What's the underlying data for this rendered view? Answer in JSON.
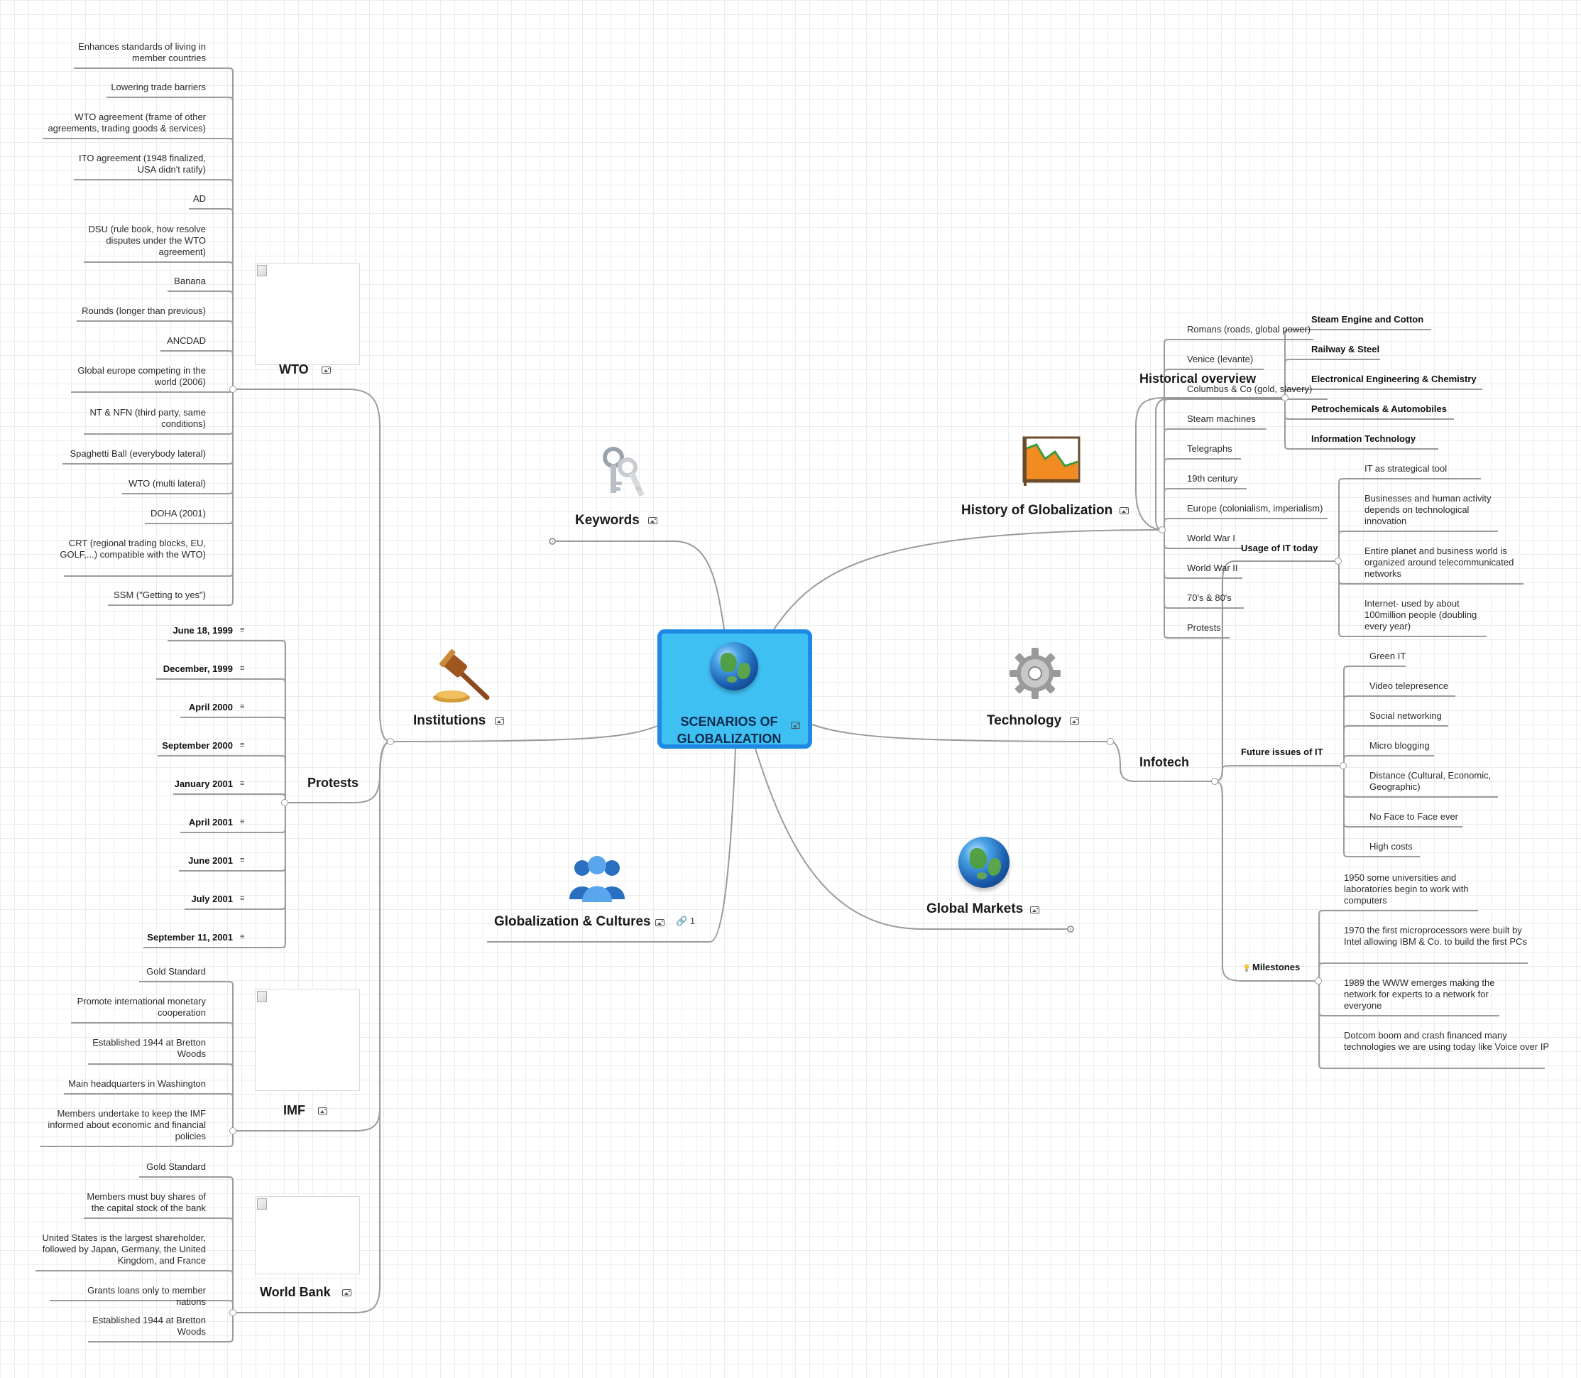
{
  "central": {
    "title": "SCENARIOS OF GLOBALIZATION"
  },
  "branches": {
    "keywords": {
      "title": "Keywords"
    },
    "institutions": {
      "title": "Institutions"
    },
    "cultures": {
      "title": "Globalization & Cultures",
      "link_count": "1"
    },
    "history": {
      "title": "History of Globalization"
    },
    "technology": {
      "title": "Technology"
    },
    "markets": {
      "title": "Global Markets"
    }
  },
  "wto": {
    "title": "WTO",
    "items": [
      "Enhances standards of living in member countries",
      "Lowering trade barriers",
      "WTO agreement (frame of other agreements, trading goods & services)",
      "ITO agreement (1948 finalized, USA didn't ratify)",
      "AD",
      "DSU (rule book, how resolve disputes under the WTO agreement)",
      "Banana",
      "Rounds (longer than previous)",
      "ANCDAD",
      "Global europe competing in the world (2006)",
      "NT & NFN (third party, same conditions)",
      "Spaghetti Ball (everybody lateral)",
      "WTO (multi lateral)",
      "DOHA (2001)",
      "CRT (regional trading blocks, EU, GOLF,...) compatible with the WTO)",
      "SSM (\"Getting to yes\")"
    ]
  },
  "protests": {
    "title": "Protests",
    "items": [
      "June 18, 1999",
      "December, 1999",
      "April 2000",
      "September 2000",
      "January 2001",
      "April 2001",
      "June 2001",
      "July 2001",
      "September 11, 2001"
    ]
  },
  "imf": {
    "title": "IMF",
    "items": [
      "Gold Standard",
      "Promote international monetary cooperation",
      "Established 1944 at Bretton Woods",
      "Main headquarters in Washington",
      "Members undertake to keep the IMF informed about economic and financial policies"
    ]
  },
  "worldbank": {
    "title": "World Bank",
    "items": [
      "Gold Standard",
      "Members must buy shares of the capital stock of the bank",
      "United States is the largest shareholder, followed by Japan, Germany, the United Kingdom, and France",
      "Grants loans only to member nations",
      "Established 1944 at Bretton Woods"
    ]
  },
  "historical_overview": {
    "title": "Historical overview",
    "items": [
      "Romans (roads, global power)",
      "Venice (levante)",
      "Columbus & Co (gold, slavery)",
      "Steam machines",
      "Telegraphs",
      "19th century",
      "Europe (colonialism, imperialism)",
      "World War I",
      "World War II",
      "70's & 80's",
      "Protests"
    ],
    "industry": [
      "Steam Engine and Cotton",
      "Railway & Steel",
      "Electronical Engineering & Chemistry",
      "Petrochemicals & Automobiles",
      "Information Technology"
    ]
  },
  "infotech": {
    "title": "Infotech",
    "usage": {
      "title": "Usage of IT today",
      "items": [
        "IT as strategical tool",
        "Businesses and human activity depends on technological innovation",
        "Entire planet and business world is organized around telecommunicated networks",
        "Internet- used by about 100million people (doubling every year)"
      ]
    },
    "future": {
      "title": "Future issues of IT",
      "items": [
        "Green IT",
        "Video telepresence",
        "Social networking",
        "Micro blogging",
        "Distance (Cultural, Economic, Geographic)",
        "No Face to Face ever",
        "High costs"
      ]
    },
    "milestones": {
      "title": "Milestones",
      "items": [
        "1950 some universities and laboratories begin to work with computers",
        "1970 the first microprocessors were built by Intel allowing IBM & Co. to build the first PCs",
        "1989 the WWW emerges making the network for experts to a network for everyone",
        "Dotcom boom and crash financed many technologies we are using today like Voice over IP"
      ]
    }
  },
  "colors": {
    "central_fill": "#3fc0f3",
    "central_border": "#1e88e5",
    "line": "#9b9b9b"
  }
}
